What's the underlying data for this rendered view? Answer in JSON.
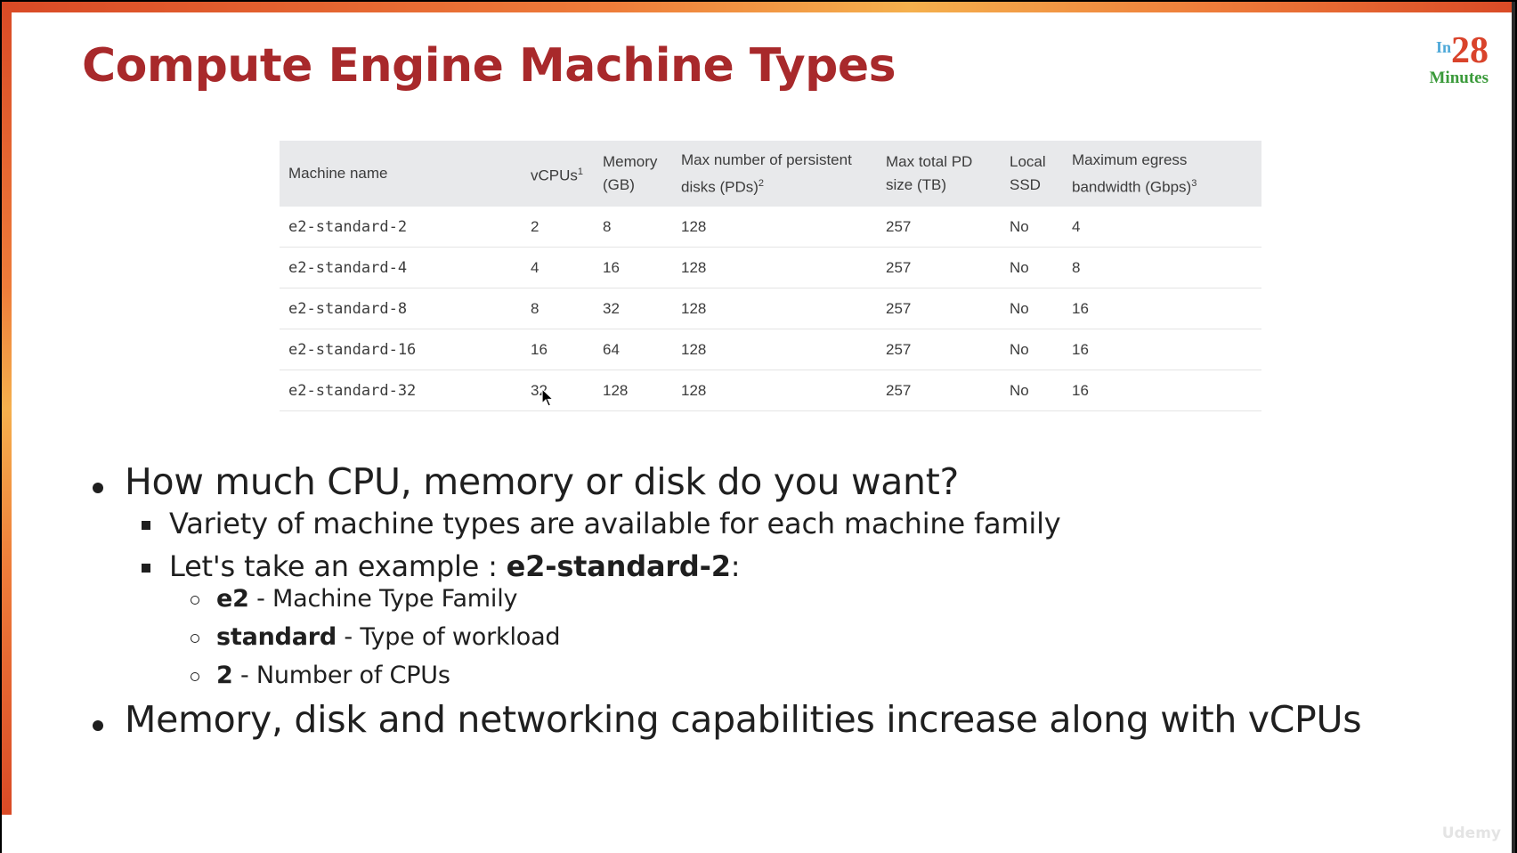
{
  "slide": {
    "title": "Compute Engine Machine Types",
    "logo": {
      "prefix": "In",
      "number": "28",
      "word": "Minutes"
    },
    "watermark": "Udemy"
  },
  "table": {
    "headers": [
      {
        "text": "Machine name",
        "sup": ""
      },
      {
        "text": "vCPUs",
        "sup": "1"
      },
      {
        "line1": "Memory",
        "line2": "(GB)",
        "sup": ""
      },
      {
        "line1": "Max number of persistent",
        "line2": "disks (PDs)",
        "sup": "2"
      },
      {
        "line1": "Max total PD",
        "line2": "size (TB)",
        "sup": ""
      },
      {
        "line1": "Local",
        "line2": "SSD",
        "sup": ""
      },
      {
        "line1": "Maximum egress",
        "line2": "bandwidth (Gbps)",
        "sup": "3"
      }
    ],
    "rows": [
      [
        "e2-standard-2",
        "2",
        "8",
        "128",
        "257",
        "No",
        "4"
      ],
      [
        "e2-standard-4",
        "4",
        "16",
        "128",
        "257",
        "No",
        "8"
      ],
      [
        "e2-standard-8",
        "8",
        "32",
        "128",
        "257",
        "No",
        "16"
      ],
      [
        "e2-standard-16",
        "16",
        "64",
        "128",
        "257",
        "No",
        "16"
      ],
      [
        "e2-standard-32",
        "32",
        "128",
        "128",
        "257",
        "No",
        "16"
      ]
    ]
  },
  "bullets": {
    "b1": "How much CPU, memory or disk do you want?",
    "b1_1": "Variety of machine types are available for each machine family",
    "b1_2_prefix": "Let's take an example : ",
    "b1_2_bold": "e2-standard-2",
    "b1_2_suffix": ":",
    "sub": [
      {
        "bold": "e2",
        "text": " - Machine Type Family"
      },
      {
        "bold": "standard",
        "text": " - Type of workload"
      },
      {
        "bold": "2",
        "text": " - Number of CPUs"
      }
    ],
    "b2": "Memory, disk and networking capabilities increase along with vCPUs"
  },
  "colors": {
    "title": "#a8292b",
    "table_header_bg": "#e8e9eb",
    "stripe_orange": "#ee7c3a",
    "logo_red": "#d9432b",
    "logo_green": "#3a9a3a",
    "logo_blue": "#4da8d8"
  },
  "icons": {
    "cursor": "mouse-pointer-icon"
  }
}
